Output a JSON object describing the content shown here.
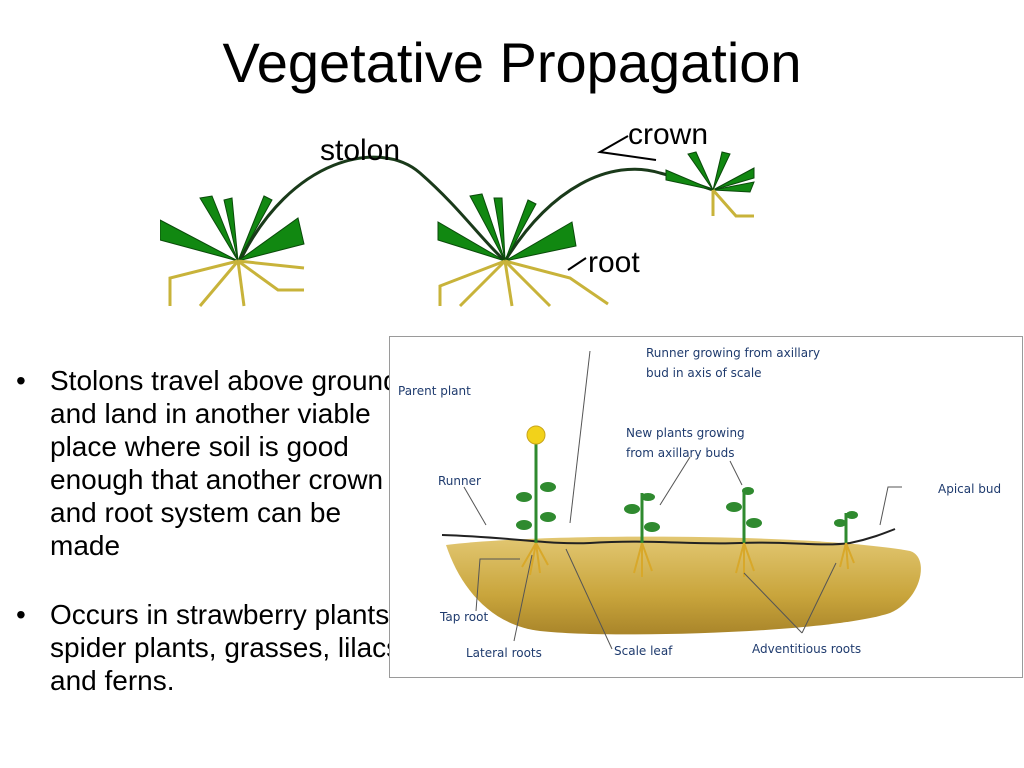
{
  "slide": {
    "title": "Vegetative Propagation"
  },
  "top_diagram": {
    "labels": {
      "stolon": "stolon",
      "crown": "crown",
      "root": "root"
    },
    "colors": {
      "leaf": "#118811",
      "root": "#d8c84a",
      "stem": "#1a3a1a"
    }
  },
  "bullets": [
    {
      "text": "Stolons travel above ground and land in another viable place where soil is good enough that another crown and root system can be made"
    },
    {
      "text": "Occurs in strawberry plants, spider plants, grasses, lilacs, and ferns."
    }
  ],
  "bullet_glyph": "•",
  "runner_diagram": {
    "labels": {
      "parent_plant": "Parent plant",
      "runner_axillary_1": "Runner growing from axillary",
      "runner_axillary_2": "bud in axis of scale",
      "new_plants_1": "New plants growing",
      "new_plants_2": "from axillary buds",
      "runner": "Runner",
      "apical_bud": "Apical bud",
      "tap_root": "Tap root",
      "lateral_roots": "Lateral roots",
      "scale_leaf": "Scale leaf",
      "adventitious_roots": "Adventitious roots"
    },
    "colors": {
      "soil": "#c9a53c",
      "leaf": "#2f8a2f",
      "flower": "#f2d21a",
      "label": "#1f3b6e"
    }
  }
}
